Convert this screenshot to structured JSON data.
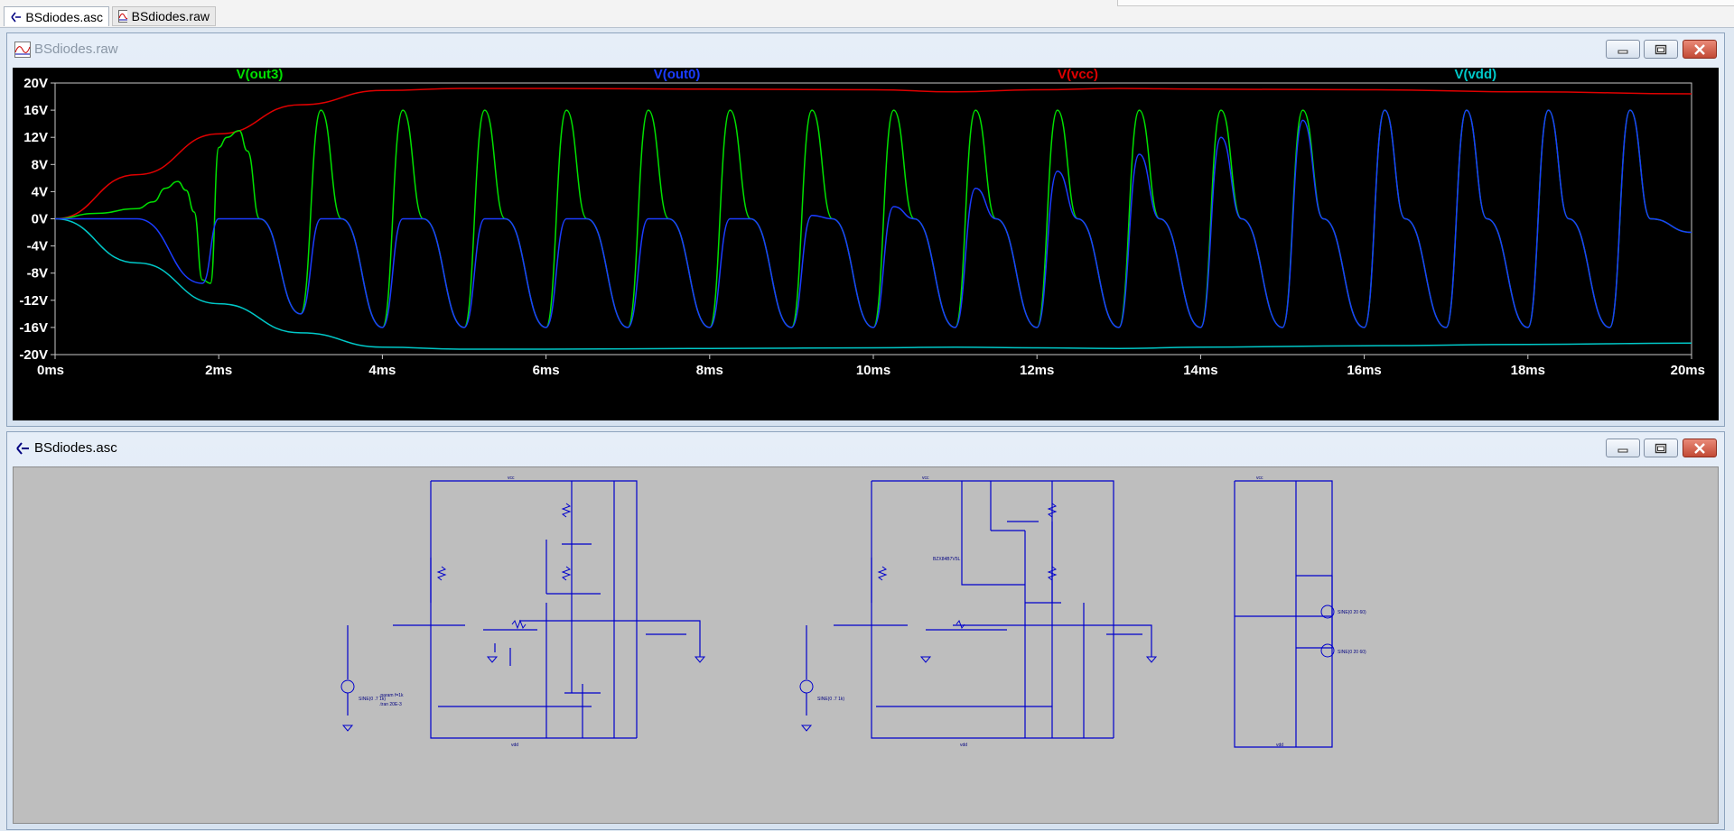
{
  "tabs": [
    {
      "label": "BSdiodes.asc",
      "icon": "schematic-icon",
      "active": true
    },
    {
      "label": "BSdiodes.raw",
      "icon": "waveform-icon",
      "active": false
    }
  ],
  "waveform_window": {
    "title": "BSdiodes.raw",
    "buttons": {
      "minimize": "minimize-icon",
      "maximize": "maximize-icon",
      "close": "close-icon"
    }
  },
  "schematic_window": {
    "title": "BSdiodes.asc",
    "buttons": {
      "minimize": "minimize-icon",
      "maximize": "maximize-icon",
      "close": "close-icon"
    },
    "labels": {
      "c1_vcc": "vcc",
      "c1_vdd": "vdd",
      "c1_tran": ".tran 20E-3",
      "c1_param": ".param f=1k",
      "c1_source": "SINE(0 .7 1k)",
      "c2_vcc": "vcc",
      "c2_vdd": "vdd",
      "c2_source": "SINE(0 .7 1k)",
      "c2_zener": "BZX84B7V5L",
      "s_vcc": "vcc",
      "s_vdd": "vdd",
      "s_v2": "SINE(0 20 60)",
      "s_v3": "SINE(0 20 60)"
    }
  },
  "colors": {
    "out3": "#00e000",
    "out0": "#1a3cff",
    "vcc": "#e00000",
    "vdd": "#00c8c8",
    "wire": "#0000cc",
    "schematic_bg": "#bebebe"
  },
  "chart_data": {
    "type": "line",
    "title": "",
    "xlabel": "",
    "ylabel": "",
    "xlim_ms": [
      0,
      20
    ],
    "ylim_V": [
      -20,
      20
    ],
    "x_ticks": [
      "0ms",
      "2ms",
      "4ms",
      "6ms",
      "8ms",
      "10ms",
      "12ms",
      "14ms",
      "16ms",
      "18ms",
      "20ms"
    ],
    "y_ticks": [
      "20V",
      "16V",
      "12V",
      "8V",
      "4V",
      "0V",
      "-4V",
      "-8V",
      "-12V",
      "-16V",
      "-20V"
    ],
    "grid": false,
    "legend_position": "top",
    "series": [
      {
        "name": "V(out3)",
        "color": "#00e000",
        "x": [
          0,
          0.5,
          1,
          1.2,
          1.35,
          1.5,
          1.6,
          1.7,
          1.8,
          1.9,
          2.0,
          2.1,
          2.25,
          2.35,
          2.5,
          3.0,
          3.25,
          3.5,
          4.0,
          4.25,
          4.5,
          5.0,
          5.25,
          5.5,
          6.0,
          6.25,
          6.5,
          7.0,
          7.25,
          7.5,
          8.0,
          8.25,
          8.5,
          9.0,
          9.25,
          9.5,
          10.0,
          10.25,
          10.5,
          11.0,
          11.25,
          11.5,
          12.0,
          12.25,
          12.5,
          13.0,
          13.25,
          13.5,
          14.0,
          14.25,
          14.5,
          15.0,
          15.25,
          15.5,
          16.0,
          16.25,
          16.5,
          17.0,
          17.25,
          17.5,
          18.0,
          18.25,
          18.5,
          19.0,
          19.25,
          19.5,
          20.0
        ],
        "y": [
          0,
          0.8,
          1.5,
          2.5,
          4.5,
          5.5,
          4.2,
          1.0,
          -9.0,
          -9.5,
          10.5,
          12.0,
          13.0,
          10.0,
          0,
          -14.0,
          16.0,
          0,
          -16.0,
          16.0,
          0,
          -16.0,
          16.0,
          0,
          -16.0,
          16.0,
          0,
          -16.0,
          16.0,
          0,
          -16.0,
          16.0,
          0,
          -16.0,
          16.0,
          0,
          -16.0,
          16.0,
          0,
          -16.0,
          16.0,
          0,
          -16.0,
          16.0,
          0,
          -16.0,
          16.0,
          0,
          -16.0,
          16.0,
          0,
          -16.0,
          16.0,
          0,
          -16.0,
          16.0,
          0,
          -16.0,
          16.0,
          0,
          -16.0,
          16.0,
          0,
          -16.0,
          16.0,
          0,
          -2.0
        ]
      },
      {
        "name": "V(out0)",
        "color": "#1a3cff",
        "x": [
          0,
          1,
          1.8,
          2.0,
          2.5,
          3.0,
          3.25,
          3.5,
          4.0,
          4.25,
          4.5,
          5.0,
          5.25,
          5.5,
          6.0,
          6.25,
          6.5,
          7.0,
          7.25,
          7.5,
          8.0,
          8.25,
          8.5,
          9.0,
          9.25,
          9.5,
          10.0,
          10.25,
          10.5,
          11.0,
          11.25,
          11.5,
          12.0,
          12.25,
          12.5,
          13.0,
          13.25,
          13.5,
          14.0,
          14.25,
          14.5,
          15.0,
          15.25,
          15.5,
          16.0,
          16.25,
          16.5,
          17.0,
          17.25,
          17.5,
          18.0,
          18.25,
          18.5,
          19.0,
          19.25,
          19.5,
          20.0
        ],
        "y": [
          0,
          0,
          -9.5,
          0,
          0,
          -14.0,
          0,
          0,
          -16.0,
          0,
          0,
          -16.0,
          0,
          0,
          -16.0,
          0,
          0,
          -16.0,
          0,
          0,
          -16.0,
          0,
          0,
          -16.0,
          0.5,
          0,
          -16.0,
          1.8,
          0,
          -16.0,
          4.5,
          0,
          -16.0,
          7.0,
          0,
          -16.0,
          9.5,
          0,
          -16.0,
          12.0,
          0,
          -16.0,
          14.5,
          0,
          -16.0,
          16.0,
          0,
          -16.0,
          16.0,
          0,
          -16.0,
          16.0,
          0,
          -16.0,
          16.0,
          0,
          -2.0
        ]
      },
      {
        "name": "V(vcc)",
        "color": "#e00000",
        "x": [
          0,
          1,
          2,
          3,
          4,
          5,
          6,
          8,
          10,
          11,
          12,
          13,
          14,
          16,
          18,
          20
        ],
        "y": [
          0,
          6.5,
          12.5,
          16.8,
          18.9,
          19.2,
          19.2,
          19.1,
          19.0,
          18.7,
          19.0,
          19.2,
          19.1,
          19.0,
          18.7,
          18.4
        ]
      },
      {
        "name": "V(vdd)",
        "color": "#00c8c8",
        "x": [
          0,
          1,
          2,
          3,
          4,
          5,
          6,
          8,
          10,
          11,
          12,
          13,
          14,
          16,
          18,
          20
        ],
        "y": [
          0,
          -6.5,
          -12.5,
          -16.8,
          -18.9,
          -19.2,
          -19.2,
          -19.1,
          -19.0,
          -18.9,
          -19.0,
          -19.1,
          -18.9,
          -18.7,
          -18.5,
          -18.3
        ]
      }
    ]
  }
}
